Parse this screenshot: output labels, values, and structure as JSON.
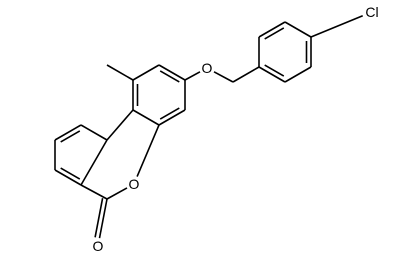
{
  "structure": {
    "atom_labels": {
      "ether_oxygen": "O",
      "ring_oxygen": "O",
      "carbonyl_oxygen": "O",
      "chlorine": "Cl"
    },
    "colors": {
      "ink": "#000000",
      "background": "#ffffff"
    }
  }
}
